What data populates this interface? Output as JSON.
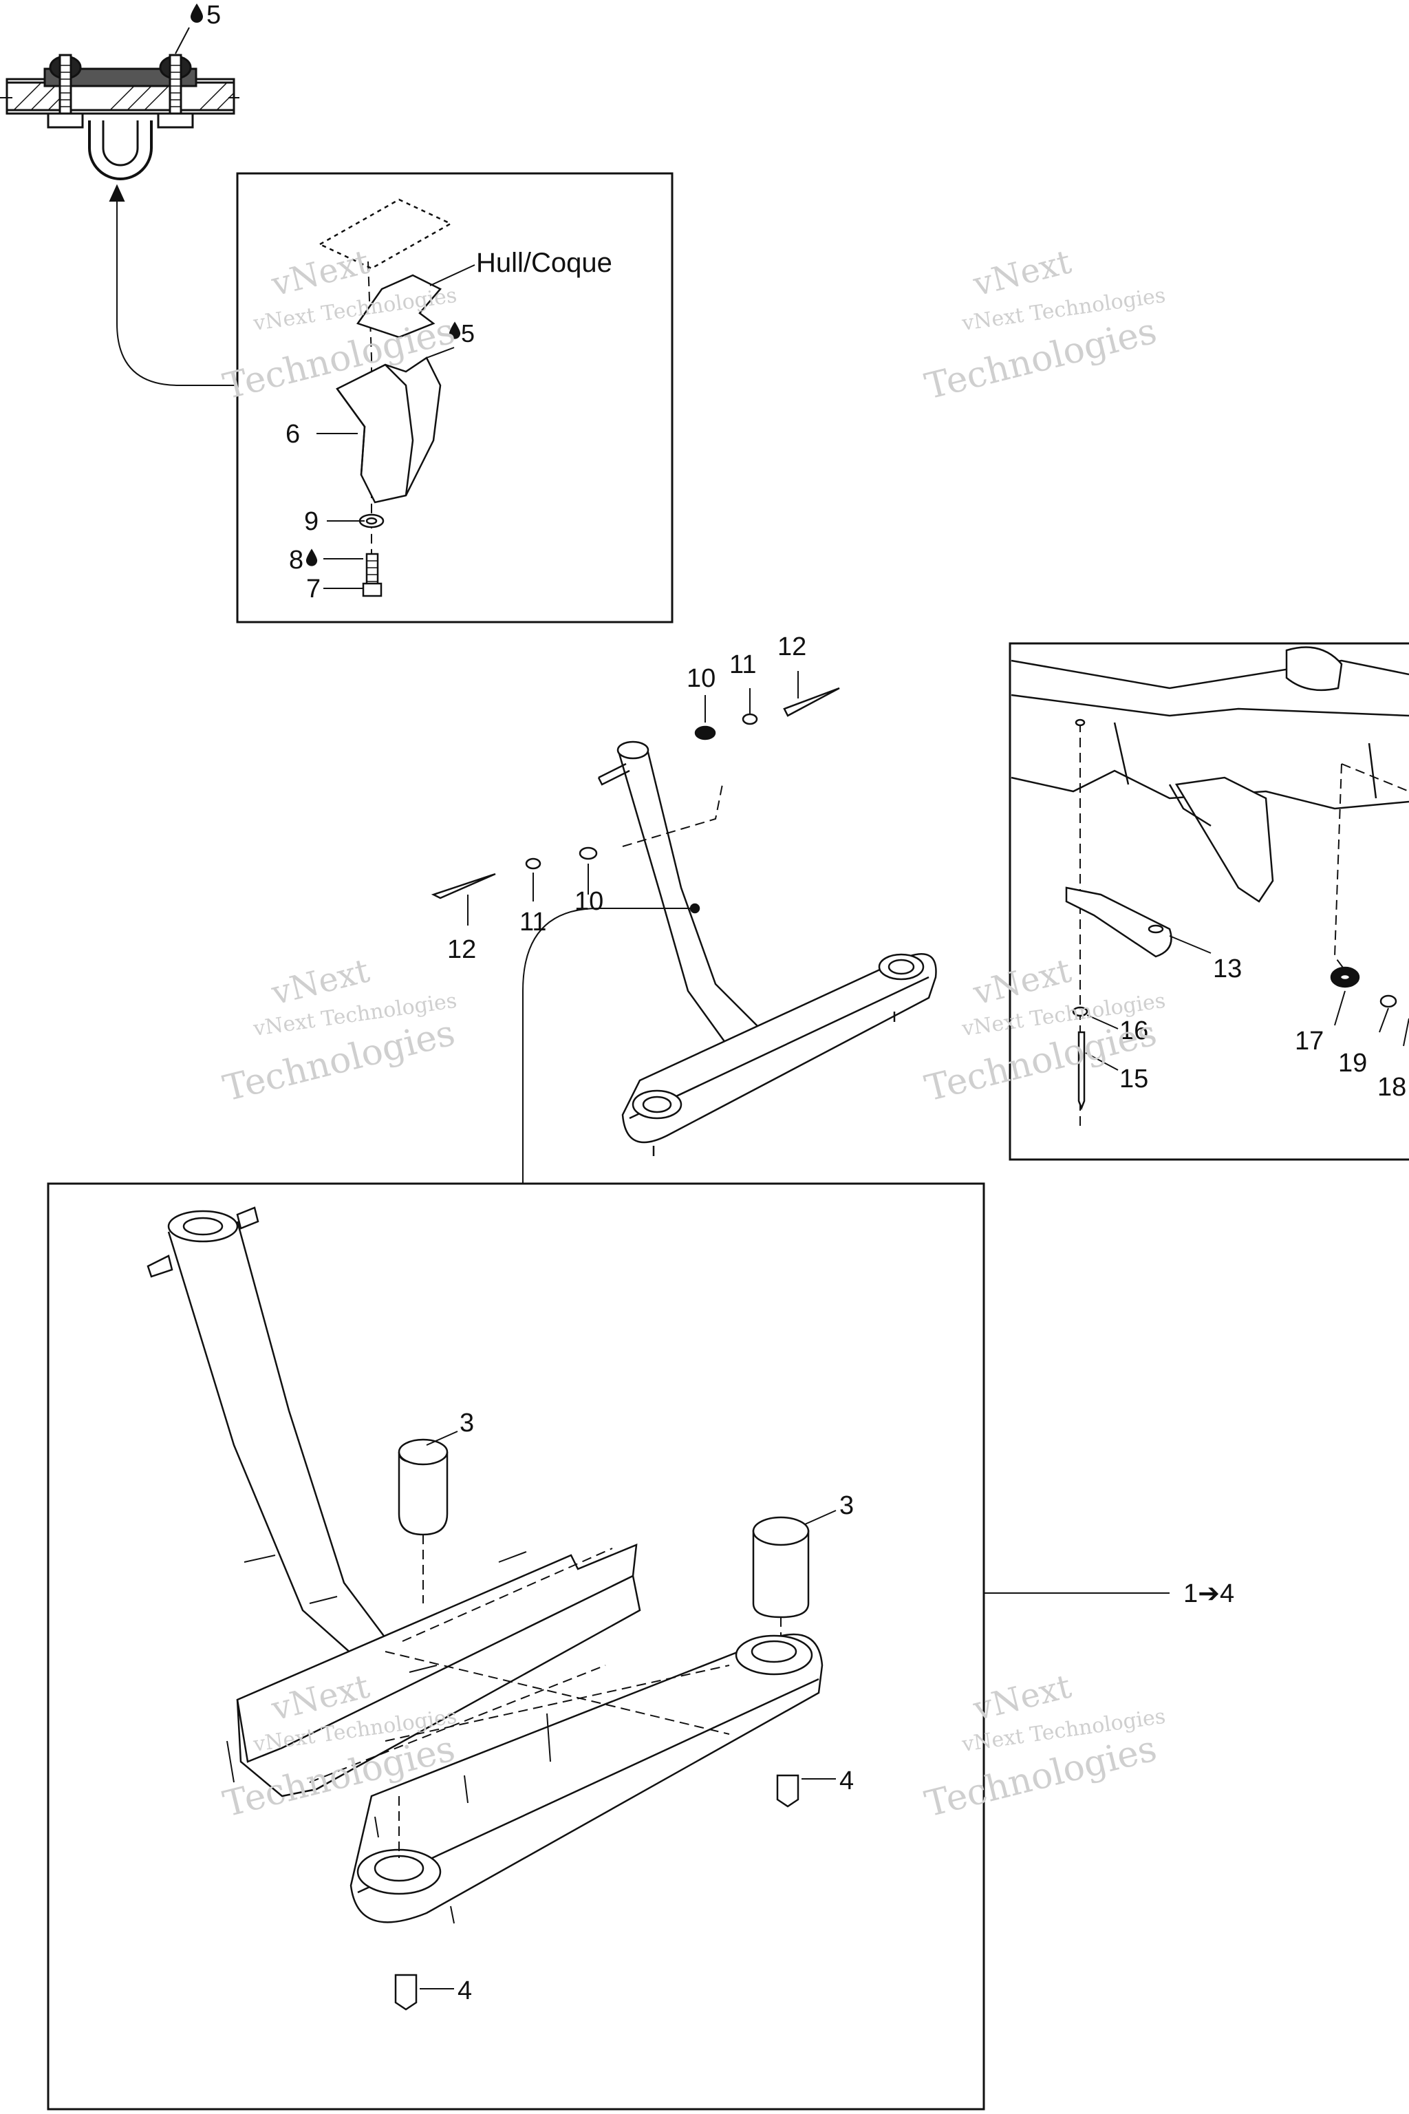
{
  "labels": {
    "hull": "Hull/Coque",
    "c5": "5",
    "c6": "6",
    "c7": "7",
    "c8": "8",
    "c9": "9",
    "c10": "10",
    "c11": "11",
    "c12": "12",
    "c13": "13",
    "c15": "15",
    "c16": "16",
    "c17": "17",
    "c18": "18",
    "c19": "19",
    "c3": "3",
    "c4": "4",
    "range": "1➔4"
  },
  "watermark": {
    "line1": "vNext Technologies",
    "line2": "vNext",
    "line3": "Technologies"
  },
  "icons": [
    "drop-icon"
  ],
  "colors": {
    "ink": "#111111",
    "watermark": "#cfcfcf"
  }
}
